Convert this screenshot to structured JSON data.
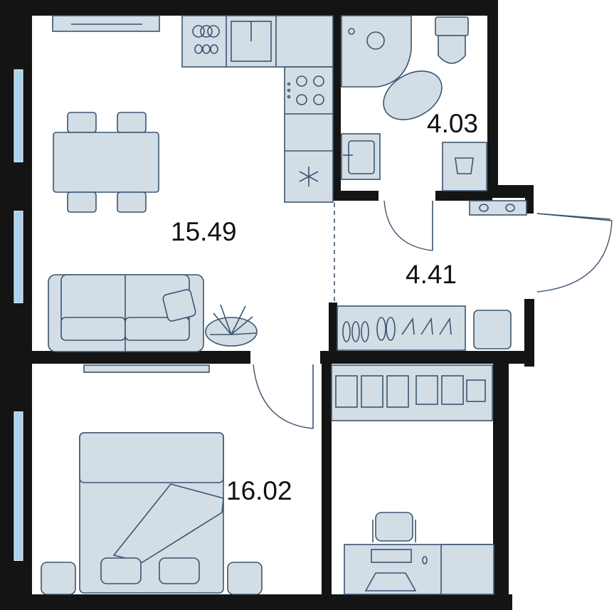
{
  "plan": {
    "rooms": [
      {
        "id": "living-kitchen",
        "area": "15.49"
      },
      {
        "id": "bathroom",
        "area": "4.03"
      },
      {
        "id": "hallway",
        "area": "4.41"
      },
      {
        "id": "bedroom",
        "area": "16.02"
      }
    ]
  },
  "colors": {
    "wall": "#141414",
    "furniture_fill": "#d3dde6",
    "furniture_stroke": "#3b5570",
    "window": "#a9d3ef",
    "floor": "#ffffff"
  }
}
